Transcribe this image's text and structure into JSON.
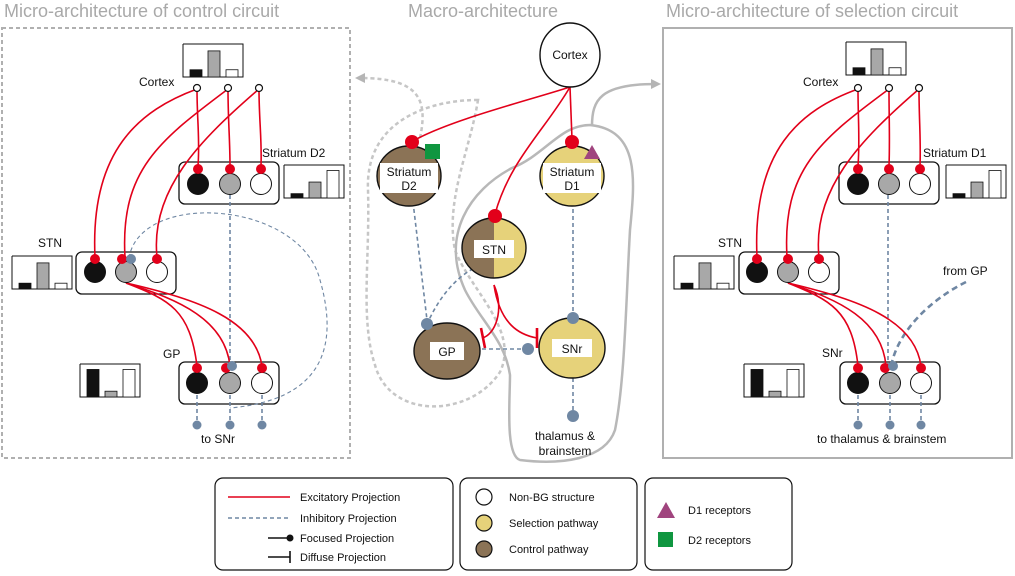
{
  "titles": {
    "control": "Micro-architecture of control circuit",
    "macro": "Macro-architecture",
    "selection": "Micro-architecture of selection circuit"
  },
  "control": {
    "cortex": "Cortex",
    "striatum": "Striatum D2",
    "stn": "STN",
    "gp": "GP",
    "output": "to SNr"
  },
  "macro": {
    "cortex": "Cortex",
    "striatum_d2_line1": "Striatum",
    "striatum_d2_line2": "D2",
    "striatum_d1_line1": "Striatum",
    "striatum_d1_line2": "D1",
    "stn": "STN",
    "gp": "GP",
    "snr": "SNr",
    "output_line1": "thalamus &",
    "output_line2": "brainstem"
  },
  "selection": {
    "cortex": "Cortex",
    "striatum": "Striatum D1",
    "stn": "STN",
    "snr": "SNr",
    "from_gp": "from GP",
    "output": "to thalamus & brainstem"
  },
  "legend": {
    "excitatory": "Excitatory Projection",
    "inhibitory": "Inhibitory Projection",
    "focused": "Focused Projection",
    "diffuse": "Diffuse Projection",
    "non_bg": "Non-BG structure",
    "selection_pathway": "Selection pathway",
    "control_pathway": "Control pathway",
    "d1": "D1 receptors",
    "d2": "D2 receptors"
  },
  "colors": {
    "excitatory": "#e2001a",
    "inhibitory": "#6f87a3",
    "selection": "#e6d27a",
    "control": "#8b7356",
    "d1_receptor": "#a0447e",
    "d2_receptor": "#0f9640",
    "neuron_grey": "#a8a8a8",
    "panel_border": "#b0b0b0"
  },
  "histograms": {
    "control_cortex": [
      0.25,
      0.9,
      0.25
    ],
    "control_striatum": [
      0.15,
      0.55,
      0.95
    ],
    "control_stn": [
      0.2,
      0.9,
      0.2
    ],
    "control_gp": [
      0.95,
      0.2,
      0.95
    ],
    "selection_cortex": [
      0.25,
      0.9,
      0.25
    ],
    "selection_striatum": [
      0.15,
      0.55,
      0.95
    ],
    "selection_stn": [
      0.2,
      0.9,
      0.2
    ],
    "selection_snr": [
      0.95,
      0.2,
      0.95
    ]
  }
}
